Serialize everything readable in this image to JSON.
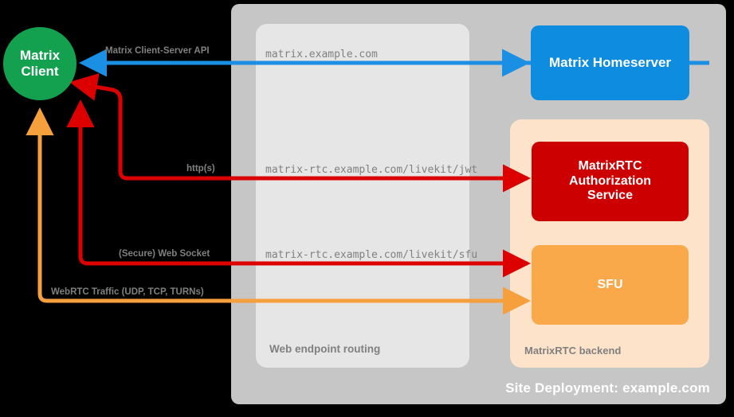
{
  "diagram": {
    "title": "Site Deployment: example.com",
    "containers": {
      "site": {
        "label": "Site Deployment: example.com",
        "color": "#c6c6c6"
      },
      "routing": {
        "label": "Web endpoint routing",
        "color": "#e6e6e6"
      },
      "backend": {
        "label": "MatrixRTC backend",
        "color": "#fce3ca"
      }
    },
    "nodes": {
      "client": {
        "label": "Matrix\nClient",
        "line1": "Matrix",
        "line2": "Client",
        "color": "#13a150"
      },
      "homeserver": {
        "label": "Matrix Homeserver",
        "color": "#0d8ce0"
      },
      "auth_service": {
        "line1": "MatrixRTC",
        "line2": "Authorization",
        "line3": "Service",
        "color": "#cc0000"
      },
      "sfu": {
        "label": "SFU",
        "color": "#faa94a"
      }
    },
    "connections": [
      {
        "id": "client-server-api",
        "protocol_label": "Matrix Client-Server API",
        "endpoint": "matrix.example.com",
        "color": "#1a8fe3",
        "direction": "homeserver-to-client"
      },
      {
        "id": "livekit-jwt",
        "protocol_label": "http(s)",
        "endpoint": "matrix-rtc.example.com/livekit/jwt",
        "color": "#dd0000",
        "direction": "bidirectional"
      },
      {
        "id": "livekit-sfu",
        "protocol_label": "(Secure) Web Socket",
        "endpoint": "matrix-rtc.example.com/livekit/sfu",
        "color": "#dd0000",
        "direction": "bidirectional"
      },
      {
        "id": "webrtc-traffic",
        "protocol_label": "WebRTC Traffic (UDP, TCP, TURNs)",
        "endpoint": "",
        "color": "#f5a03c",
        "direction": "bidirectional"
      }
    ]
  }
}
